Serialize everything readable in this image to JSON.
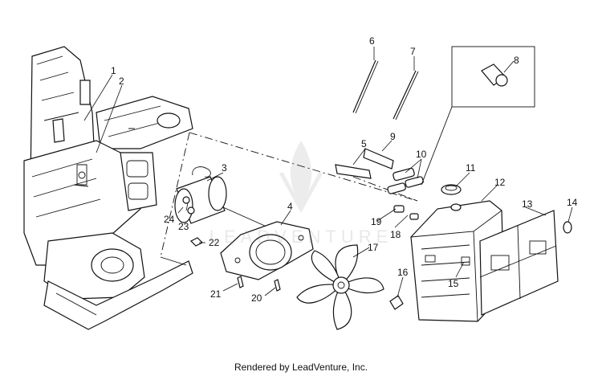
{
  "diagram": {
    "callouts": {
      "c1": "1",
      "c2": "2",
      "c3": "3",
      "c4": "4",
      "c5": "5",
      "c6": "6",
      "c7": "7",
      "c8": "8",
      "c9": "9",
      "c10": "10",
      "c11": "11",
      "c12": "12",
      "c13": "13",
      "c14": "14",
      "c15": "15",
      "c16": "16",
      "c17": "17",
      "c18": "18",
      "c19": "19",
      "c20": "20",
      "c21": "21",
      "c22": "22",
      "c23": "23",
      "c24": "24"
    }
  },
  "watermark": {
    "text": "LEADVENTURE"
  },
  "footer": {
    "credit": "Rendered by LeadVenture, Inc."
  },
  "colors": {
    "line": "#111111",
    "background": "#ffffff",
    "watermark": "#969696"
  }
}
